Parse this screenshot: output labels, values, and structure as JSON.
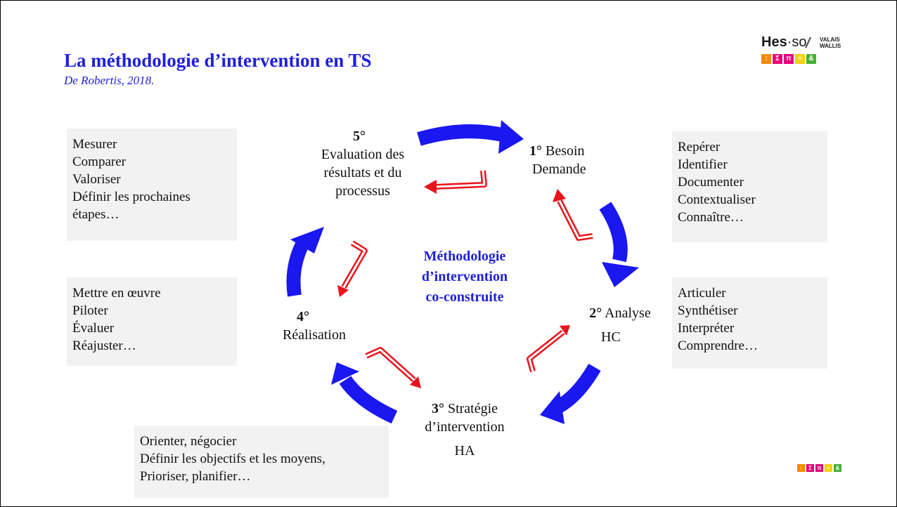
{
  "slide": {
    "title": "La méthodologie d’intervention en TS",
    "subtitle": "De Robertis, 2018."
  },
  "logo": {
    "hes": "Hes",
    "so": "·so",
    "slashes": "///",
    "valais": "VALAIS",
    "wallis": "WALLIS",
    "tiles": [
      {
        "glyph": ":",
        "color": "#f08c00"
      },
      {
        "glyph": "Σ",
        "color": "#e3007a"
      },
      {
        "glyph": "π",
        "color": "#e3007a"
      },
      {
        "glyph": "≈",
        "color": "#f5d20a"
      },
      {
        "glyph": "&",
        "color": "#44b035"
      }
    ]
  },
  "diagram": {
    "center_lines": [
      "Méthodologie",
      "d’intervention",
      "co-construite"
    ],
    "stages": {
      "s1": {
        "num": "1°",
        "name": "Besoin",
        "line2": "Demande"
      },
      "s2": {
        "num": "2°",
        "name": "Analyse",
        "line2": "HC"
      },
      "s3": {
        "num": "3°",
        "name": "Stratégie",
        "line2": "d’intervention",
        "line3": "HA"
      },
      "s4": {
        "num": "4°",
        "name": "Réalisation"
      },
      "s5": {
        "num": "5°",
        "line2": "Evaluation des",
        "line3": "résultats et du",
        "line4": "processus"
      }
    },
    "boxes": {
      "evaluation": [
        "Mesurer",
        "Comparer",
        "Valoriser",
        "Définir les prochaines",
        "étapes…"
      ],
      "besoin": [
        "Repérer",
        "Identifier",
        "Documenter",
        "Contextualiser",
        "Connaître…"
      ],
      "realisation": [
        "Mettre en œuvre",
        "Piloter",
        "Évaluer",
        "Réajuster…"
      ],
      "analyse": [
        "Articuler",
        "Synthétiser",
        "Interpréter",
        "Comprendre…"
      ],
      "strategie": [
        "Orienter, négocier",
        "Définir les objectifs et les moyens,",
        "Prioriser, planifier…"
      ]
    },
    "colors": {
      "main_arrow": "#1a17f0",
      "feedback_arrow": "#e8141b",
      "center_text": "#1f1fd9"
    }
  }
}
